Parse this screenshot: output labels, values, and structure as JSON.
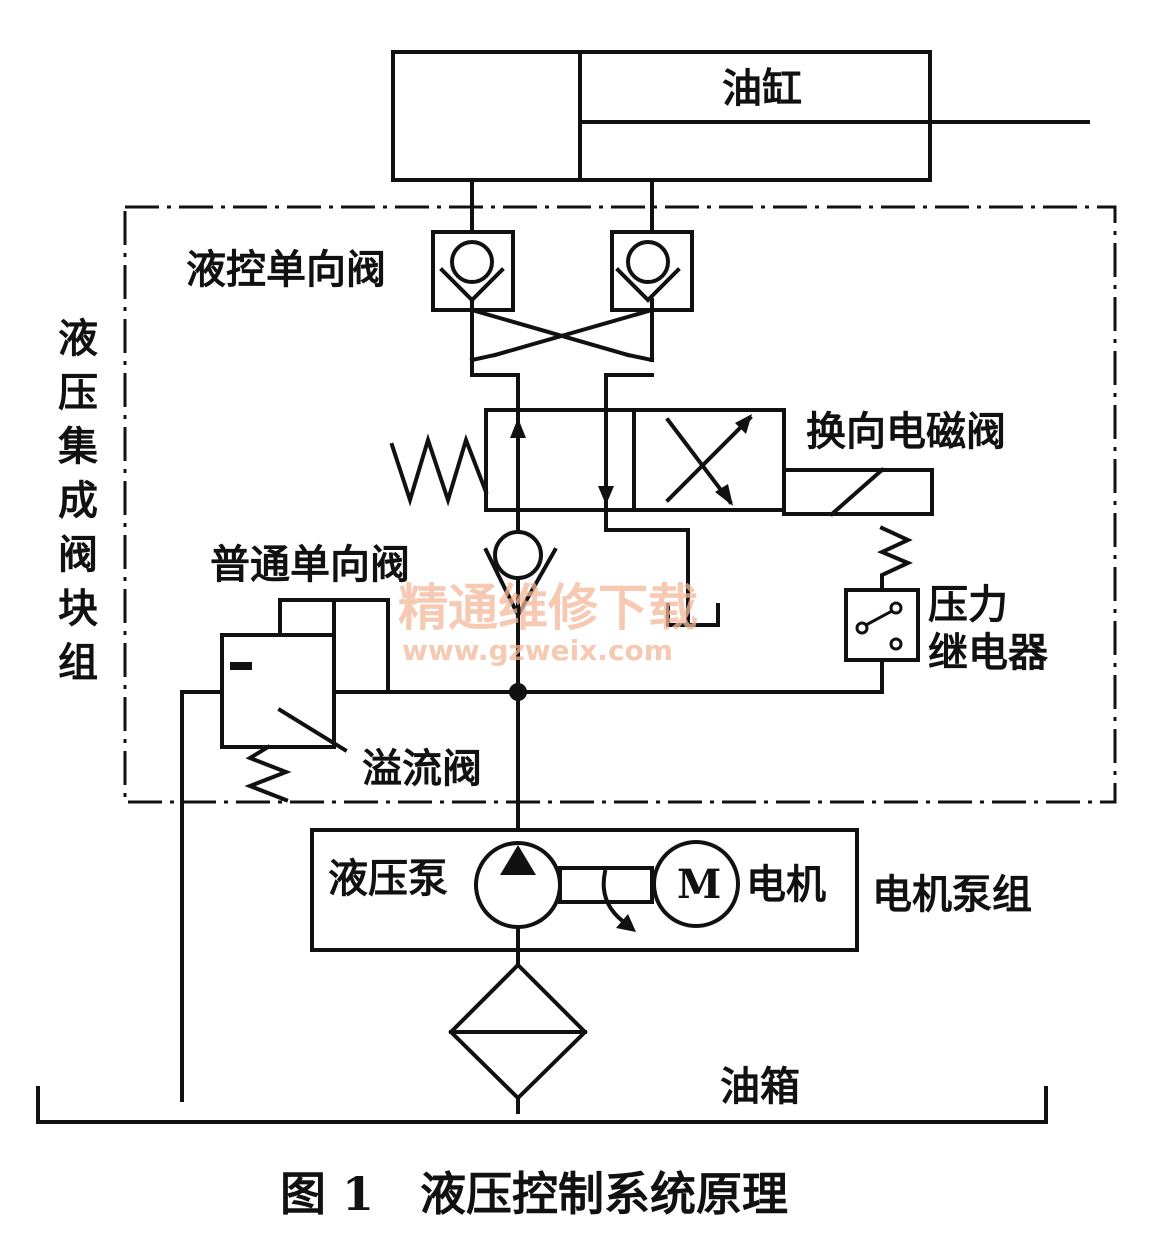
{
  "labels": {
    "cylinder": "油缸",
    "pilot_check_valve": "液控单向阀",
    "manifold_block": "液压集成阀块组",
    "solenoid_valve": "换向电磁阀",
    "check_valve": "普通单向阀",
    "pressure_relay_line1": "压力",
    "pressure_relay_line2": "继电器",
    "relief_valve": "溢流阀",
    "pump": "液压泵",
    "motor_symbol": "M",
    "motor": "电机",
    "motor_pump_group": "电机泵组",
    "tank": "油箱"
  },
  "caption": "图 1　液压控制系统原理",
  "watermark": {
    "text": "精通维修下载",
    "url": "www.gzweix.com"
  },
  "colors": {
    "line": "#111111",
    "watermark": "#f3b79a",
    "background": "#ffffff"
  }
}
